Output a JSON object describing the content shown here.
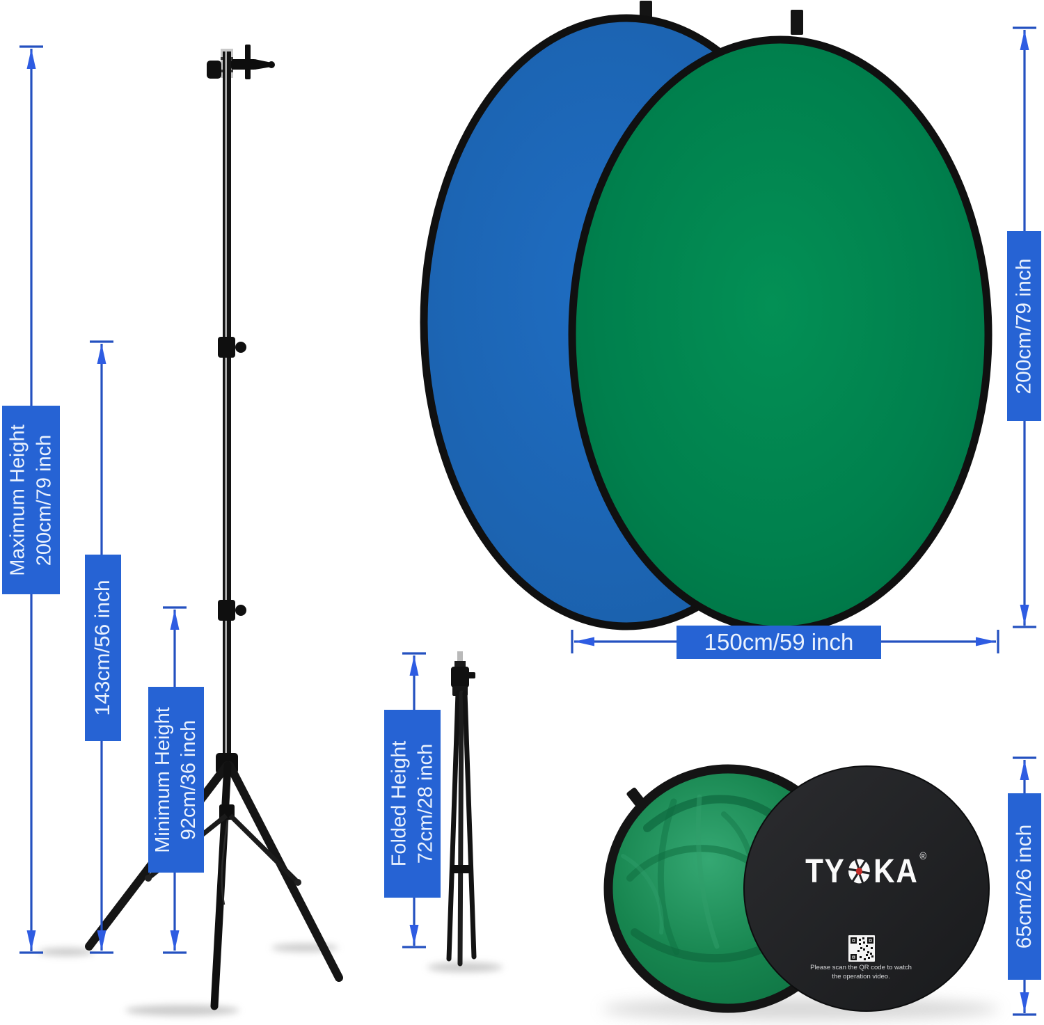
{
  "labels": {
    "max_height": {
      "line1": "Maximum Height",
      "line2": "200cm/79 inch"
    },
    "extended_height": {
      "line1": "143cm/56 inch"
    },
    "min_height": {
      "line1": "Minimum Height",
      "line2": "92cm/36 inch"
    },
    "folded_height": {
      "line1": "Folded Height",
      "line2": "72cm/28 inch"
    },
    "backdrop_height": {
      "line1": "200cm/79 inch"
    },
    "backdrop_width": {
      "line1": "150cm/59 inch"
    },
    "folded_diameter": {
      "line1": "65cm/26 inch"
    }
  },
  "bag": {
    "brand_prefix": "TY",
    "brand_suffix": "KA",
    "registered_mark": "®",
    "qr_caption_line1": "Please scan the QR code to watch",
    "qr_caption_line2": "the operation video."
  },
  "colors": {
    "dimension_label_blue": "#2663d4",
    "dimension_arrow_blue": "#2451c0",
    "backdrop_blue": "#1c67b8",
    "backdrop_green": "#00804d",
    "reflector_green": "#17854f",
    "bag_black": "#202124",
    "stand_black": "#141414"
  }
}
